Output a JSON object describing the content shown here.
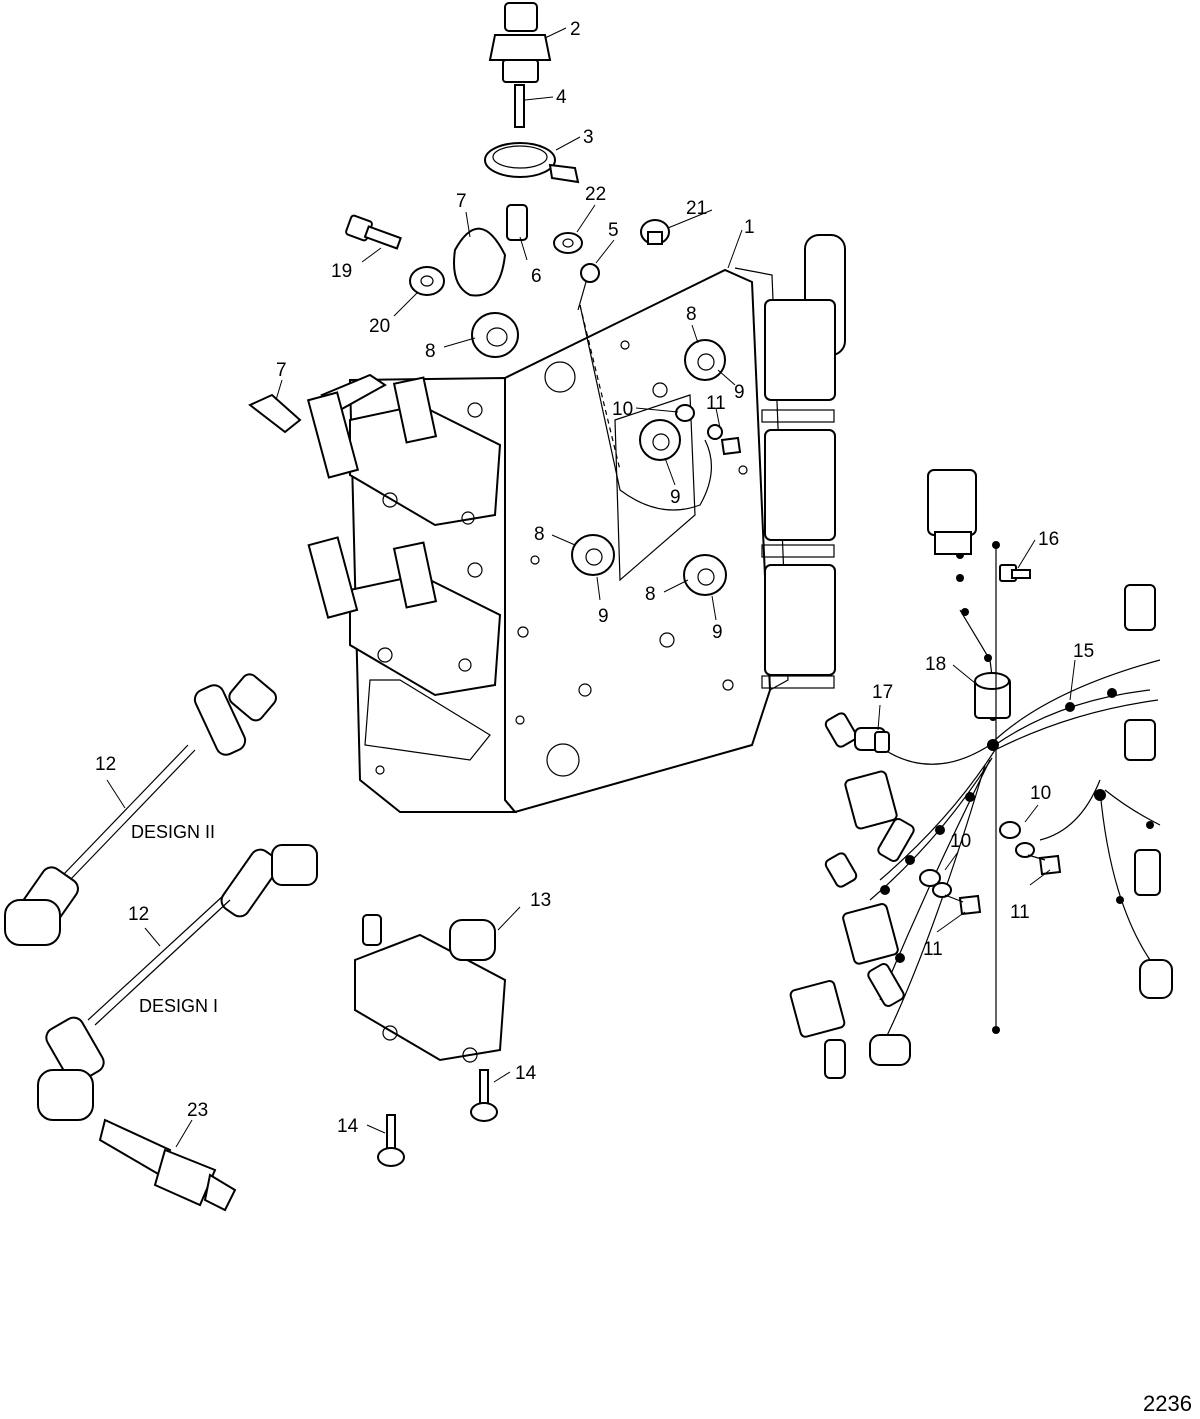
{
  "callouts": {
    "c1": "1",
    "c2": "2",
    "c3": "3",
    "c4": "4",
    "c5": "5",
    "c6": "6",
    "c7a": "7",
    "c7b": "7",
    "c8a": "8",
    "c8b": "8",
    "c8c": "8",
    "c8d": "8",
    "c9a": "9",
    "c9b": "9",
    "c9c": "9",
    "c9d": "9",
    "c10a": "10",
    "c10b": "10",
    "c10c": "10",
    "c11a": "11",
    "c11b": "11",
    "c11c": "11",
    "c12a": "12",
    "c12b": "12",
    "c13": "13",
    "c14a": "14",
    "c14b": "14",
    "c15": "15",
    "c16": "16",
    "c17": "17",
    "c18": "18",
    "c19": "19",
    "c20": "20",
    "c21": "21",
    "c22": "22",
    "c23": "23"
  },
  "labels": {
    "design_ii": "DESIGN II",
    "design_i": "DESIGN I"
  },
  "figure_number": "2236"
}
